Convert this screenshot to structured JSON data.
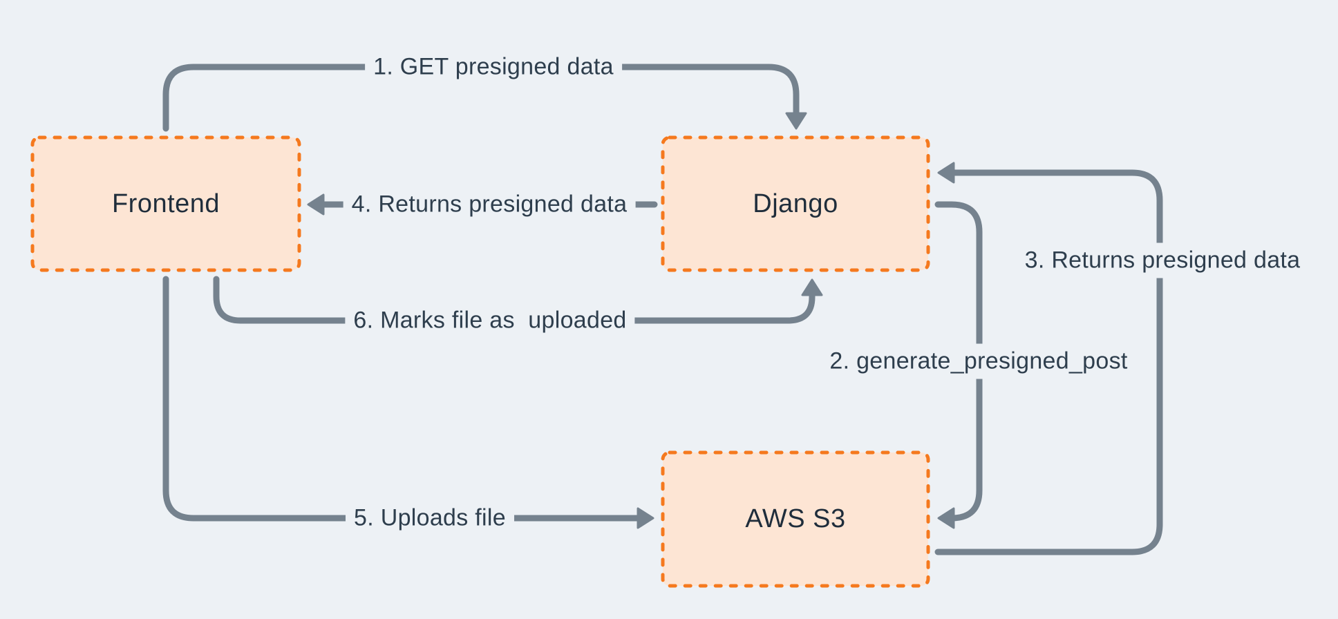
{
  "diagram": {
    "colors": {
      "bg": "#edf1f5",
      "node-fill": "#fde5d4",
      "node-border": "#f5791e",
      "connector": "#75828e",
      "edge-text": "#2e3e4d",
      "node-text": "#1f2d3b"
    },
    "nodes": [
      {
        "id": "frontend",
        "label": "Frontend"
      },
      {
        "id": "django",
        "label": "Django"
      },
      {
        "id": "aws-s3",
        "label": "AWS S3"
      }
    ],
    "edges": [
      {
        "id": "1",
        "label": "1. GET presigned data",
        "from": "frontend",
        "to": "django"
      },
      {
        "id": "2",
        "label": "2. generate_presigned_post",
        "from": "django",
        "to": "aws-s3"
      },
      {
        "id": "3",
        "label": "3. Returns presigned data",
        "from": "aws-s3",
        "to": "django"
      },
      {
        "id": "4",
        "label": "4. Returns presigned data",
        "from": "django",
        "to": "frontend"
      },
      {
        "id": "5",
        "label": "5. Uploads file",
        "from": "frontend",
        "to": "aws-s3"
      },
      {
        "id": "6",
        "label": "6. Marks file as  uploaded",
        "from": "frontend",
        "to": "django"
      }
    ]
  }
}
